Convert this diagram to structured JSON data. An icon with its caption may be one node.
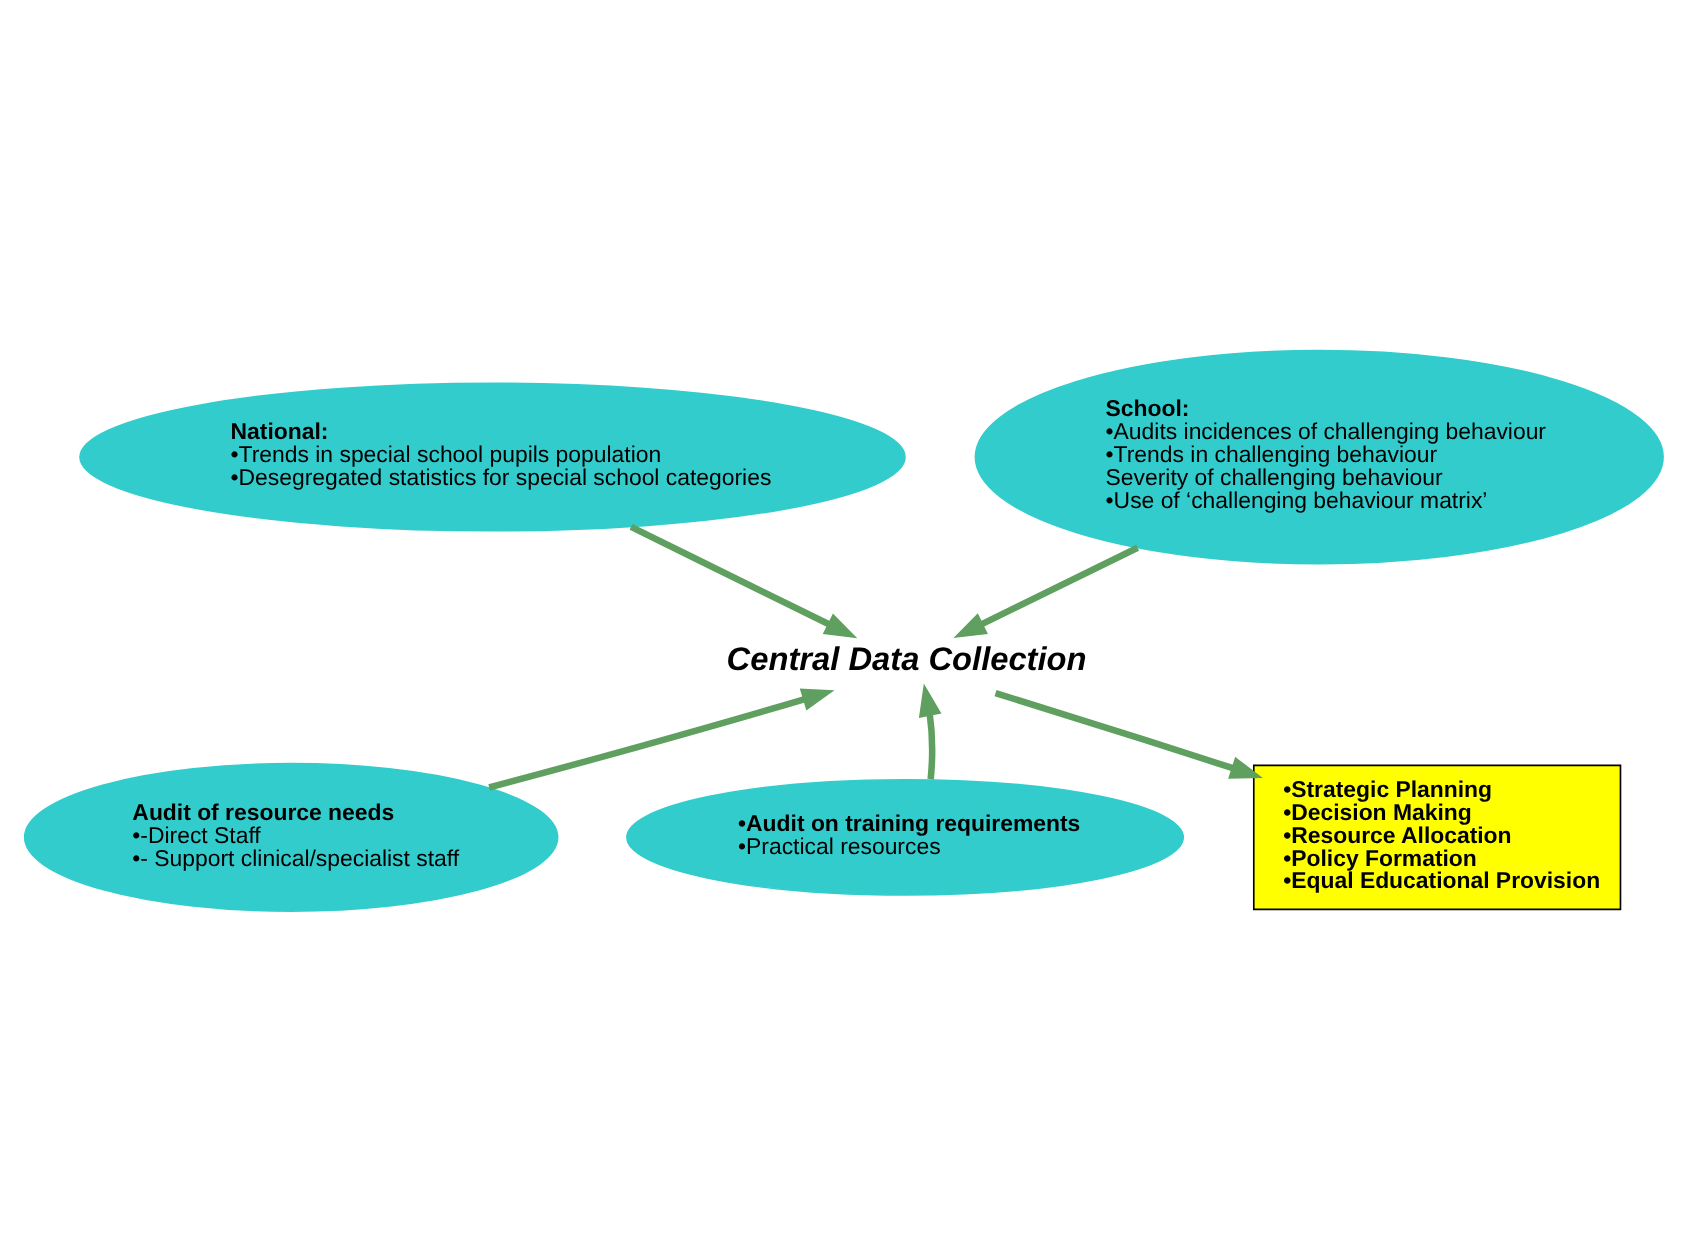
{
  "diagram": {
    "nodes": [
      {
        "text": [
          "National:",
          "•Trends in special school pupils population",
          "•Desegregated statistics for special school categories"
        ]
      },
      {
        "text": [
          "School:",
          "•Audits incidences of challenging behaviour",
          "•Trends in challenging behaviour",
          "Severity of challenging behaviour",
          "•Use of ‘challenging behaviour matrix’"
        ]
      },
      {
        "text": [
          "Central Data Collection"
        ]
      },
      {
        "text": [
          "Audit of resource needs",
          "•-Direct Staff",
          "•- Support clinical/specialist staff"
        ]
      },
      {
        "text": [
          "•Audit on training requirements",
          "•Practical resources"
        ]
      },
      {
        "text": [
          "•Strategic Planning",
          "•Decision Making",
          "•Resource Allocation",
          "•Policy Formation",
          "•Equal Educational Provision"
        ]
      }
    ],
    "edges": [
      {
        "from": 0,
        "to": 2,
        "arrow": "to"
      },
      {
        "from": 1,
        "to": 2,
        "arrow": "to"
      },
      {
        "from": 3,
        "to": 2,
        "arrow": "to"
      },
      {
        "from": 4,
        "to": 2,
        "arrow": "to"
      },
      {
        "from": 2,
        "to": 5,
        "arrow": "to"
      }
    ]
  }
}
